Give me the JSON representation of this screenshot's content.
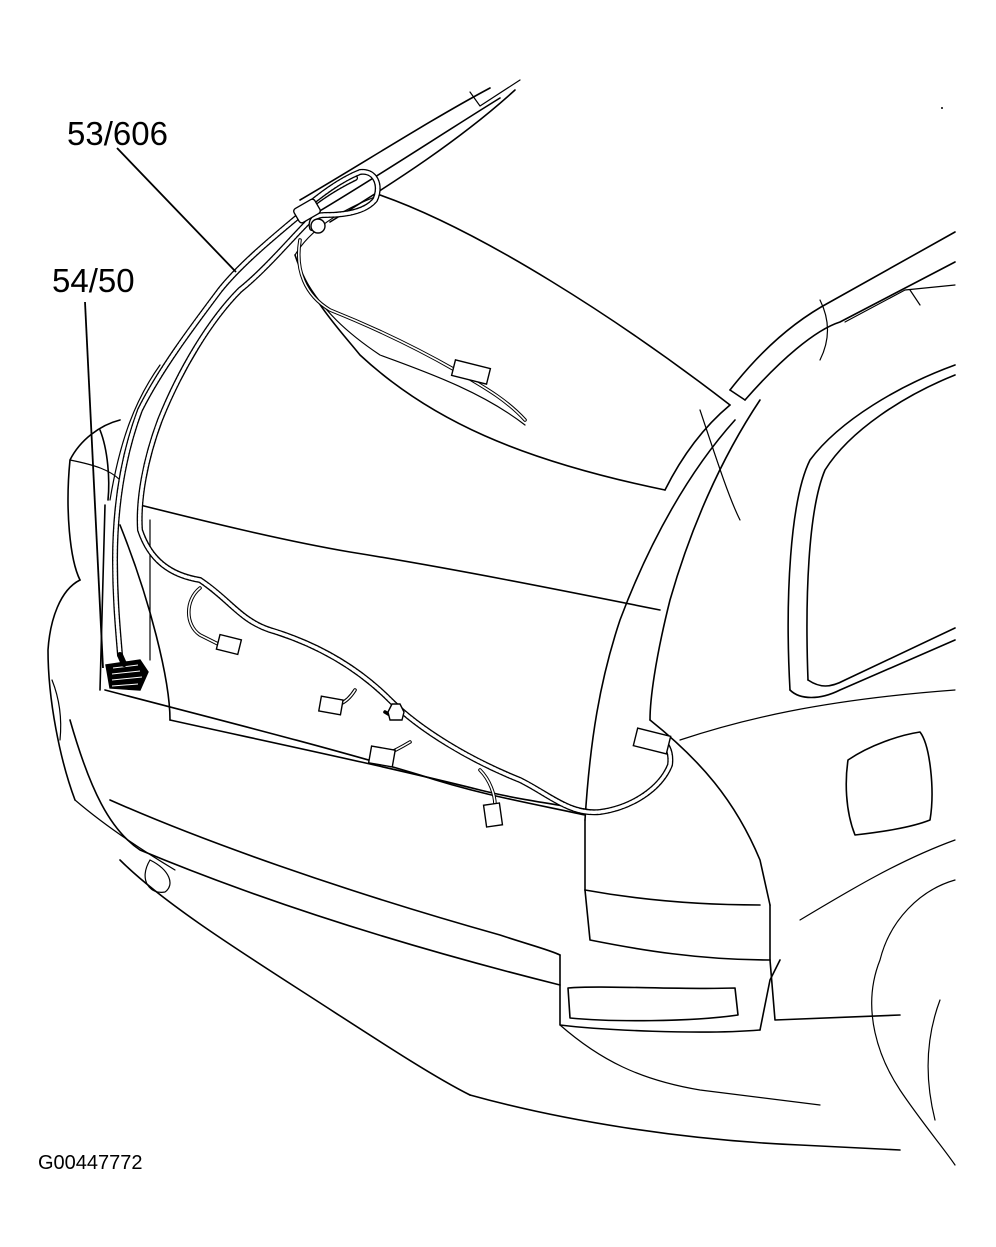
{
  "callouts": [
    {
      "id": "c1",
      "text": "53/606"
    },
    {
      "id": "c2",
      "text": "54/50"
    }
  ],
  "figure_id": "G00447772",
  "colors": {
    "ink": "#000000",
    "paper": "#ffffff"
  }
}
